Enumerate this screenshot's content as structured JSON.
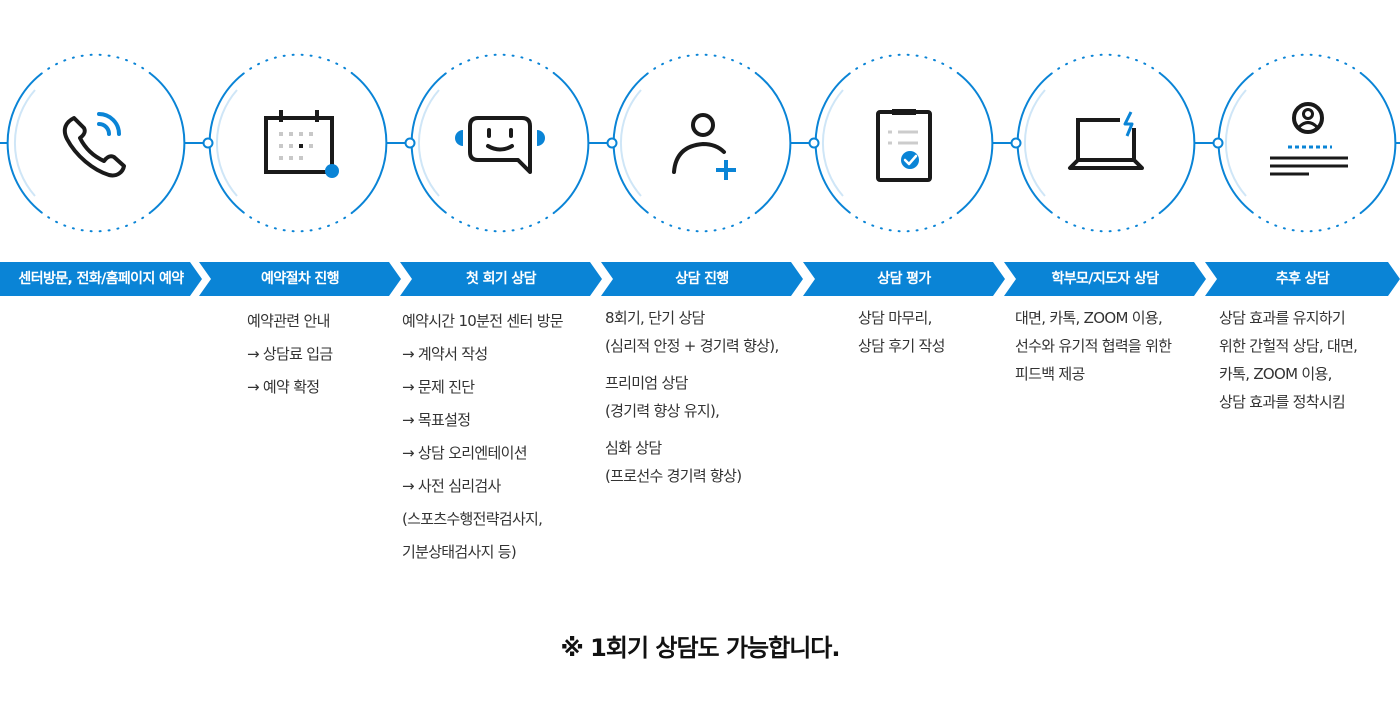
{
  "colors": {
    "accent": "#0a84d6",
    "icon_dark": "#1a1a1a",
    "text": "#333333"
  },
  "steps": [
    {
      "icon": "phone-icon",
      "label": "센터방문, 전화/홈페이지 예약",
      "desc": []
    },
    {
      "icon": "calendar-icon",
      "label": "예약절차 진행",
      "desc": [
        "예약관련 안내",
        "→ 상담료 입금",
        "→ 예약 확정"
      ]
    },
    {
      "icon": "chat-icon",
      "label": "첫 회기 상담",
      "desc": [
        "예약시간 10분전 센터 방문",
        "→ 계약서 작성",
        "→ 문제 진단",
        "→ 목표설정",
        "→ 상담 오리엔테이션",
        "→ 사전 심리검사",
        "(스포츠수행전략검사지,",
        "기분상태검사지 등)"
      ]
    },
    {
      "icon": "user-add-icon",
      "label": "상담 진행",
      "desc": [
        "8회기, 단기 상담",
        "(심리적 안정 + 경기력 향상),",
        "프리미엄 상담",
        "(경기력 향상 유지),",
        "심화 상담",
        "(프로선수 경기력 향상)"
      ]
    },
    {
      "icon": "clipboard-check-icon",
      "label": "상담 평가",
      "desc": [
        "상담 마무리,",
        "상담 후기 작성"
      ]
    },
    {
      "icon": "laptop-icon",
      "label": "학부모/지도자 상담",
      "desc": [
        "대면, 카톡, ZOOM 이용,",
        "선수와 유기적 협력을 위한",
        "피드백 제공"
      ]
    },
    {
      "icon": "profile-document-icon",
      "label": "추후 상담",
      "desc": [
        "상담 효과를 유지하기",
        "위한 간헐적 상담, 대면,",
        "카톡, ZOOM 이용,",
        "상담 효과를 정착시킴"
      ]
    }
  ],
  "note": "※ 1회기 상담도 가능합니다."
}
